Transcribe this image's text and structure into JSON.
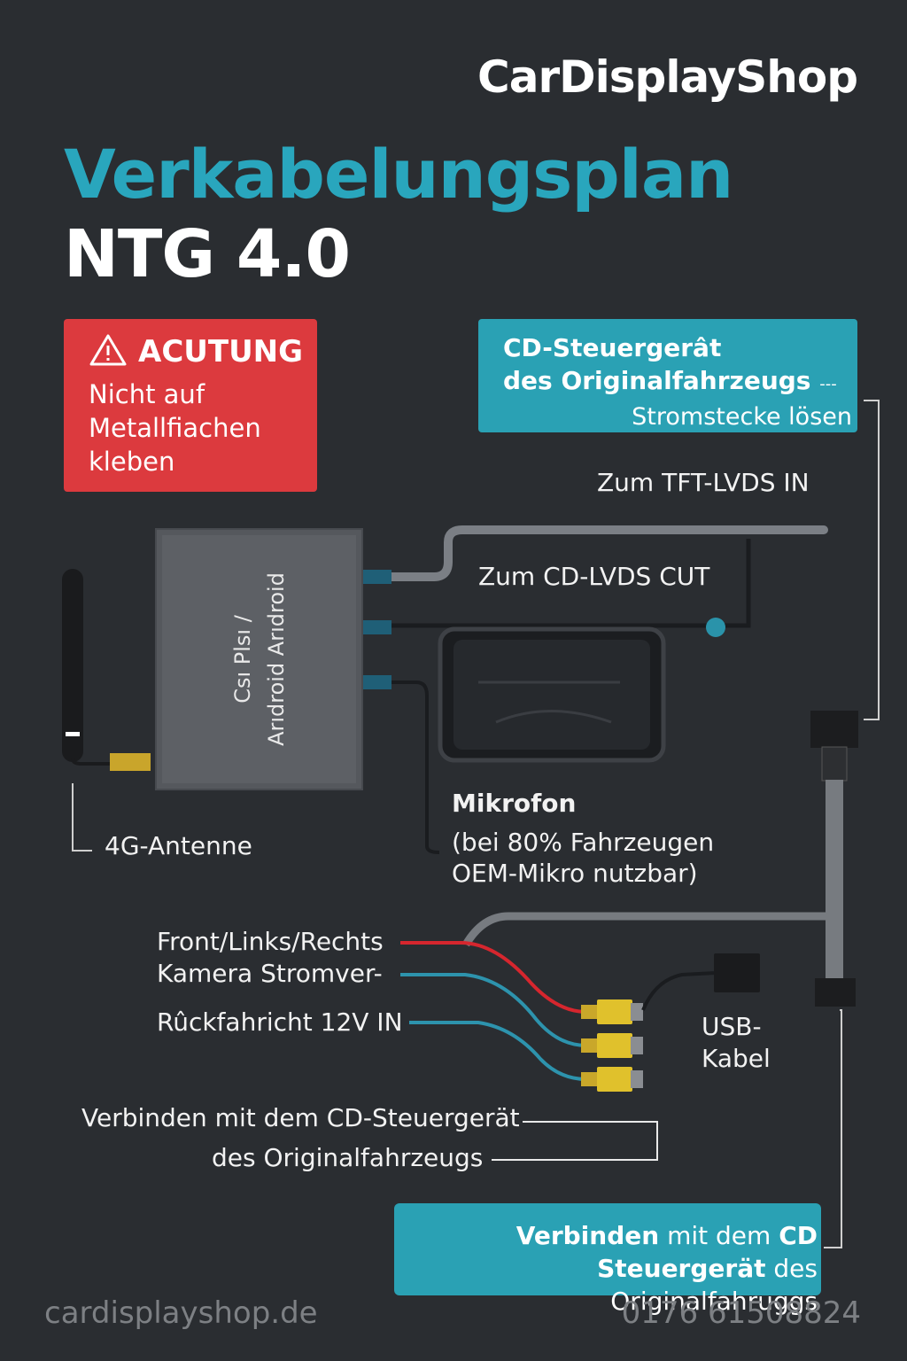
{
  "brand": "CarDisplayShop",
  "title": {
    "line1": "Verkabelungsplan",
    "line2": "NTG 4.0"
  },
  "warning": {
    "icon": "warning-triangle-icon",
    "title": "ACUTUNG",
    "lines": [
      "Nicht auf",
      "Metallfiachen",
      "kleben"
    ],
    "color": "#dc3a3e"
  },
  "cd_box": {
    "line1": "CD-Steuergerât",
    "line2": "des Originalfahrzeugs",
    "line3": "Stromstecke lösen",
    "color": "#2aa1b4"
  },
  "device": {
    "line1": "Csı Plsı /",
    "line2": "Arıdroid Arıdroid"
  },
  "labels": {
    "tft": "Zum TFT-LVDS IN",
    "cd_lvds": "Zum CD-LVDS CUT",
    "antenna": "4G-Antenne",
    "mic_title": "Mikrofon",
    "mic_line1": "(bei 80% Fahrzeugen",
    "mic_line2": "OEM-Mikro nutzbar)",
    "camera_line1": "Front/Links/Rechts",
    "camera_line2": "Kamera Stromver-",
    "reverse": "Rûckfahricht 12V IN",
    "usb_line1": "USB-",
    "usb_line2": "Kabel",
    "connect_line1": "Verbinden mit dem CD-Steuergerät",
    "connect_line2": "des Originalfahrzeugs"
  },
  "bottom_box": {
    "line1_a": "Verbinden",
    "line1_b": "mit dem",
    "line1_c": "CD",
    "line2_a": "Steuergerät",
    "line2_b": "des Originalfahruggs"
  },
  "footer": {
    "website": "cardisplayshop.de",
    "phone": "0176 61508824"
  },
  "colors": {
    "accent": "#29a6bd",
    "wire_red": "#d6262e",
    "wire_blue": "#2d93ad",
    "connector_yellow": "#e0c12c"
  }
}
